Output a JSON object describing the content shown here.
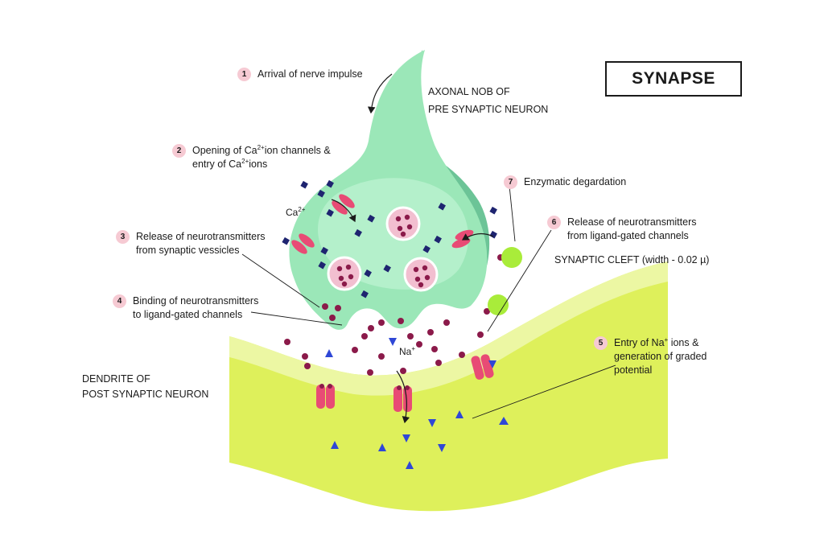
{
  "title": "SYNAPSE",
  "regions": {
    "axonal_line1": "AXONAL NOB OF",
    "axonal_line2": "PRE SYNAPTIC NEURON",
    "dendrite_line1": "DENDRITE OF",
    "dendrite_line2": "POST SYNAPTIC NEURON",
    "cleft": "SYNAPTIC CLEFT (width - 0.02 µ)"
  },
  "ions": {
    "ca": "Ca",
    "ca_charge": "2+",
    "na": "Na",
    "na_charge": "+"
  },
  "steps": [
    {
      "num": "1",
      "line1": "Arrival of nerve impulse"
    },
    {
      "num": "2",
      "line1a": "Opening of Ca",
      "line1sup": "2+",
      "line1b": "ion channels &",
      "line2a": "entry of  Ca",
      "line2sup": "2+",
      "line2b": "ions"
    },
    {
      "num": "3",
      "line1": "Release of neurotransmitters",
      "line2": "from synaptic vessicles"
    },
    {
      "num": "4",
      "line1": "Binding of neurotransmitters",
      "line2": "to ligand-gated channels"
    },
    {
      "num": "5",
      "line1a": "Entry of Na",
      "line1sup": "+",
      "line1b": "ions &",
      "line2": "generation of graded",
      "line3": "potential"
    },
    {
      "num": "6",
      "line1": "Release of neurotransmitters",
      "line2": "from ligand-gated channels"
    },
    {
      "num": "7",
      "line1": "Enzymatic degardation"
    }
  ],
  "colors": {
    "presynaptic": "#9be7b8",
    "presynaptic_shadow": "#6cc497",
    "presynaptic_inner": "#b4f0cb",
    "dendrite": "#def05b",
    "dendrite_light": "#ecf7a3",
    "channel": "#e84b75",
    "neurotransmitter": "#8b1a4a",
    "ca_ion": "#1e2470",
    "na_ion": "#2f47d6",
    "enzyme": "#a9ec3a",
    "vesicle": "#f2bfd0"
  }
}
